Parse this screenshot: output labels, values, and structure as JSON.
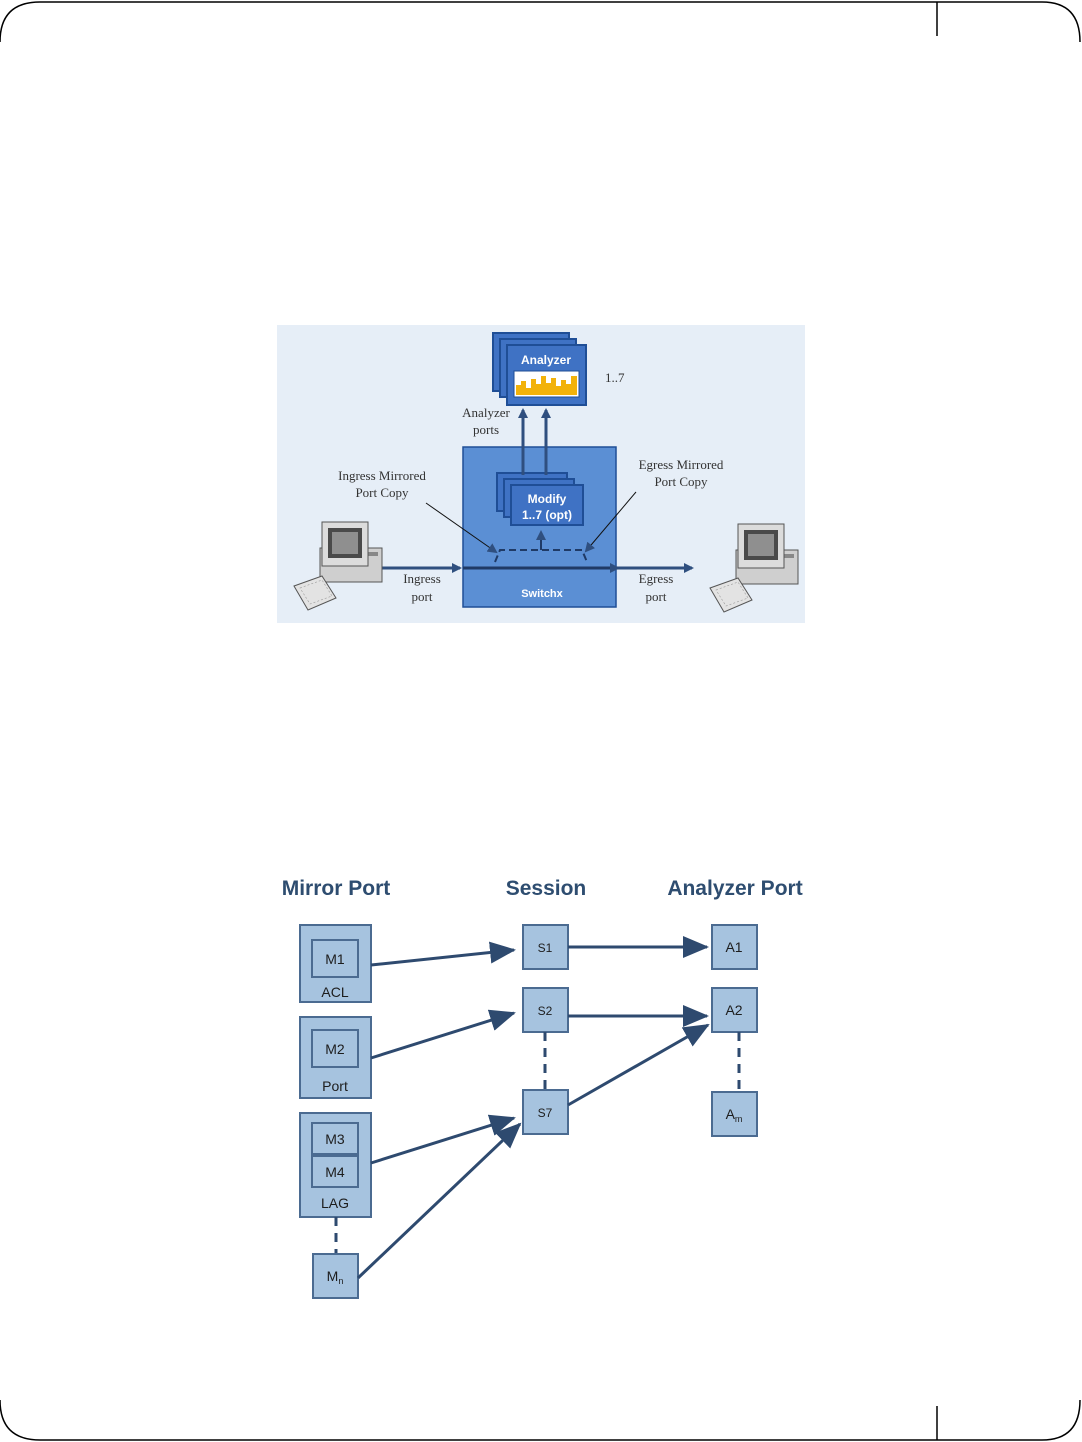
{
  "figure1": {
    "analyzer_label": "Analyzer",
    "analyzer_count": "1..7",
    "analyzer_ports_line1": "Analyzer",
    "analyzer_ports_line2": "ports",
    "ingress_mirrored_line1": "Ingress Mirrored",
    "ingress_mirrored_line2": "Port Copy",
    "egress_mirrored_line1": "Egress Mirrored",
    "egress_mirrored_line2": "Port Copy",
    "modify_line1": "Modify",
    "modify_line2": "1..7 (opt)",
    "switch_label": "Switchx",
    "ingress_port_line1": "Ingress",
    "ingress_port_line2": "port",
    "egress_port_line1": "Egress",
    "egress_port_line2": "port",
    "colors": {
      "background": "#e6eef7",
      "switch_fill": "#5b8fd4",
      "switch_border": "#1f4e96",
      "analyzer_fill": "#3f72c4",
      "graph_yellow": "#f2b20a",
      "arrow": "#2f4f7f"
    }
  },
  "figure2": {
    "col_mirror": "Mirror Port",
    "col_session": "Session",
    "col_analyzer": "Analyzer Port",
    "mirror_groups": [
      {
        "type": "ACL",
        "members": [
          "M1"
        ]
      },
      {
        "type": "Port",
        "members": [
          "M2"
        ]
      },
      {
        "type": "LAG",
        "members": [
          "M3",
          "M4"
        ]
      }
    ],
    "mirror_n": {
      "base": "M",
      "sub": "n"
    },
    "sessions": [
      "S1",
      "S2",
      "S7"
    ],
    "analyzers": [
      "A1",
      "A2"
    ],
    "analyzer_m": {
      "base": "A",
      "sub": "m"
    },
    "colors": {
      "box_fill": "#a6c3df",
      "box_border": "#4b6b91",
      "heading": "#2e4d70",
      "arrow": "#2e4a6f"
    }
  }
}
